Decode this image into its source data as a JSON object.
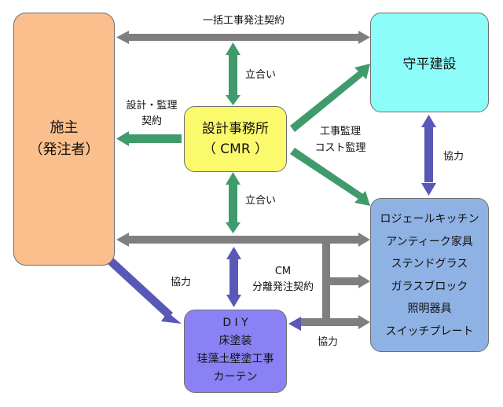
{
  "diagram": {
    "owner": {
      "line1": "施主",
      "line2": "（発注者）"
    },
    "cmr": {
      "line1": "設計事務所",
      "line2": "（ CMR ）"
    },
    "builder": {
      "name": "守平建設"
    },
    "suppliers": {
      "items": [
        "ロジェールキッチン",
        "アンティーク家具",
        "ステンドグラス",
        "ガラスブロック",
        "照明器具",
        "スイッチプレート"
      ]
    },
    "diy": {
      "items": [
        "D I Y",
        "床塗装",
        "珪藻土壁塗工事",
        "カーテン"
      ]
    },
    "labels": {
      "lump_sum": "一括工事発注契約",
      "meeting_top": "立合い",
      "meeting_bottom": "立合い",
      "design_line1": "設計・監理",
      "design_line2": "契約",
      "supervision_line1": "工事監理",
      "supervision_line2": "コスト監理",
      "coop_builder": "協力",
      "cm_line1": "CM",
      "cm_line2": "分離発注契約",
      "coop_owner_diy": "協力",
      "coop_diy_suppliers": "協力"
    },
    "colors": {
      "gray_arrow": "#7f7f7f",
      "green_arrow": "#3f9b6b",
      "blue_arrow": "#5a58b6",
      "owner_fill": "#fbbf8d",
      "cmr_fill": "#fbfa6c",
      "builder_fill": "#8dfdfa",
      "suppliers_fill": "#8fb2e4",
      "diy_fill": "#8a82f4"
    }
  }
}
